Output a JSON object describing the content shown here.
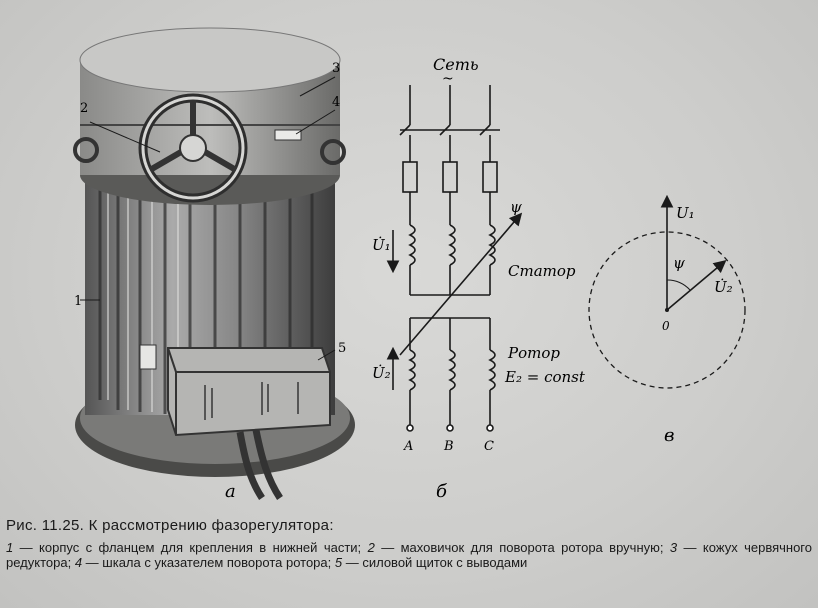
{
  "figure": {
    "part_labels": {
      "a": "а",
      "b": "б",
      "c": "в"
    },
    "machine_callouts": [
      "1",
      "2",
      "3",
      "4",
      "5"
    ],
    "schematic": {
      "network": "Сеть",
      "network_symbol": "~",
      "stator": "Статор",
      "rotor": "Ротор",
      "rotor_emf": "E₂ = const",
      "u1": "U̇₁",
      "u2": "U̇₂",
      "psi": "ψ",
      "terminals": [
        "A",
        "B",
        "C"
      ]
    },
    "phasor": {
      "u1": "U₁",
      "u2": "U̇₂",
      "psi": "ψ",
      "origin": "0"
    }
  },
  "caption": {
    "title": "Рис. 11.25. К рассмотрению фазорегулятора:",
    "items": [
      {
        "num": "1",
        "text": " — корпус с фланцем для крепления в нижней части; "
      },
      {
        "num": "2",
        "text": " — маховичок для поворота ротора вручную; "
      },
      {
        "num": "3",
        "text": " — кожух червячного редуктора; "
      },
      {
        "num": "4",
        "text": " — шкала с указателем поворота ротора; "
      },
      {
        "num": "5",
        "text": " — силовой щиток с выводами"
      }
    ]
  }
}
